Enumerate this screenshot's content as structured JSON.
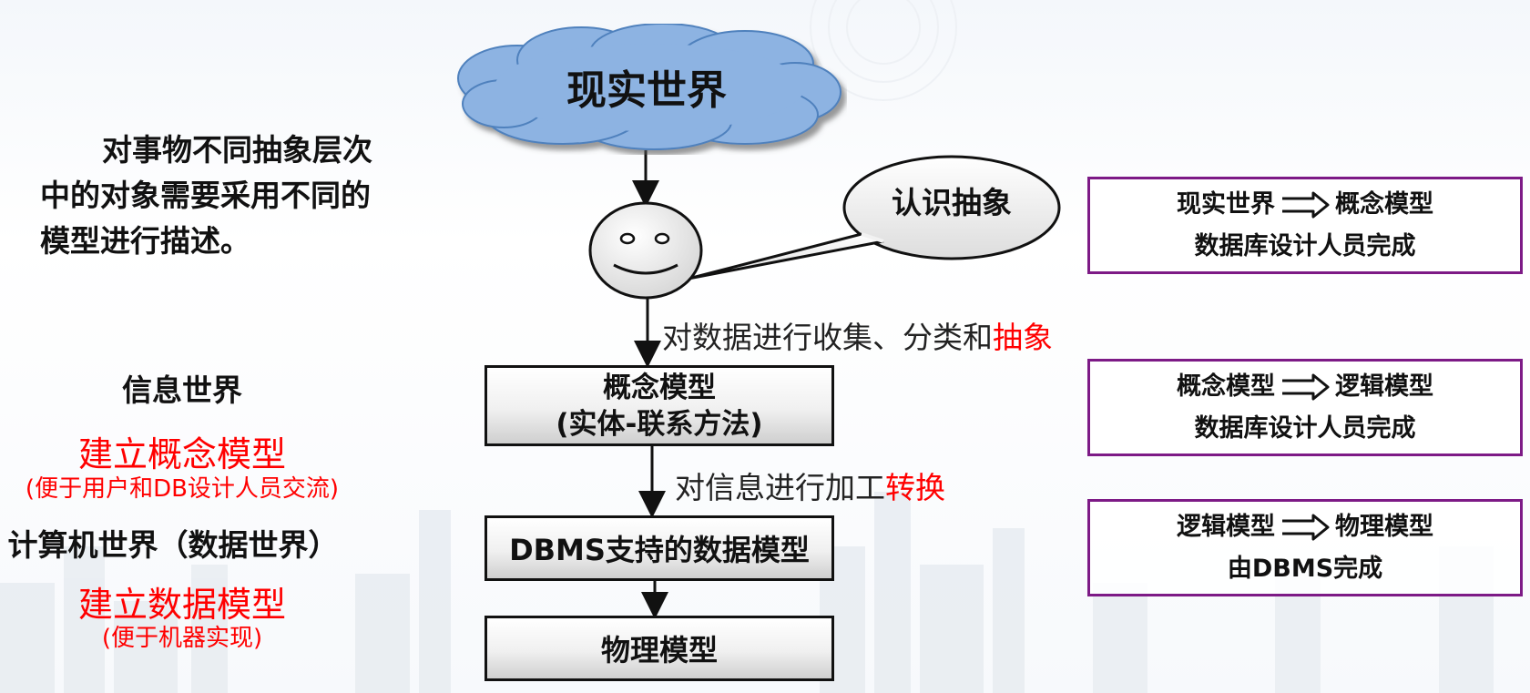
{
  "intro": {
    "line1": "对事物不同抽象层次",
    "line2": "中的对象需要采用不同的",
    "line3": "模型进行描述。"
  },
  "left": {
    "info_world": "信息世界",
    "build_concept": "建立概念模型",
    "build_concept_note": "(便于用户和DB设计人员交流)",
    "computer_world": "计算机世界（数据世界）",
    "build_data": "建立数据模型",
    "build_data_note": "(便于机器实现)"
  },
  "diagram": {
    "cloud_label": "现实世界",
    "bubble_label": "认识抽象",
    "step1_label_black": "对数据进行收集、分类和",
    "step1_label_red": "抽象",
    "concept_box_line1": "概念模型",
    "concept_box_line2": "(实体-联系方法)",
    "step2_label_black": "对信息进行加工",
    "step2_label_red": "转换",
    "dbms_box": "DBMS支持的数据模型",
    "physical_box": "物理模型"
  },
  "right": [
    {
      "from": "现实世界",
      "to": "概念模型",
      "by": "数据库设计人员完成"
    },
    {
      "from": "概念模型",
      "to": "逻辑模型",
      "by": "数据库设计人员完成"
    },
    {
      "from": "逻辑模型",
      "to": "物理模型",
      "by": "由DBMS完成"
    }
  ],
  "colors": {
    "accent_red": "#ff0000",
    "box_border": "#7d1a86",
    "cloud_fill": "#8db3e2"
  }
}
